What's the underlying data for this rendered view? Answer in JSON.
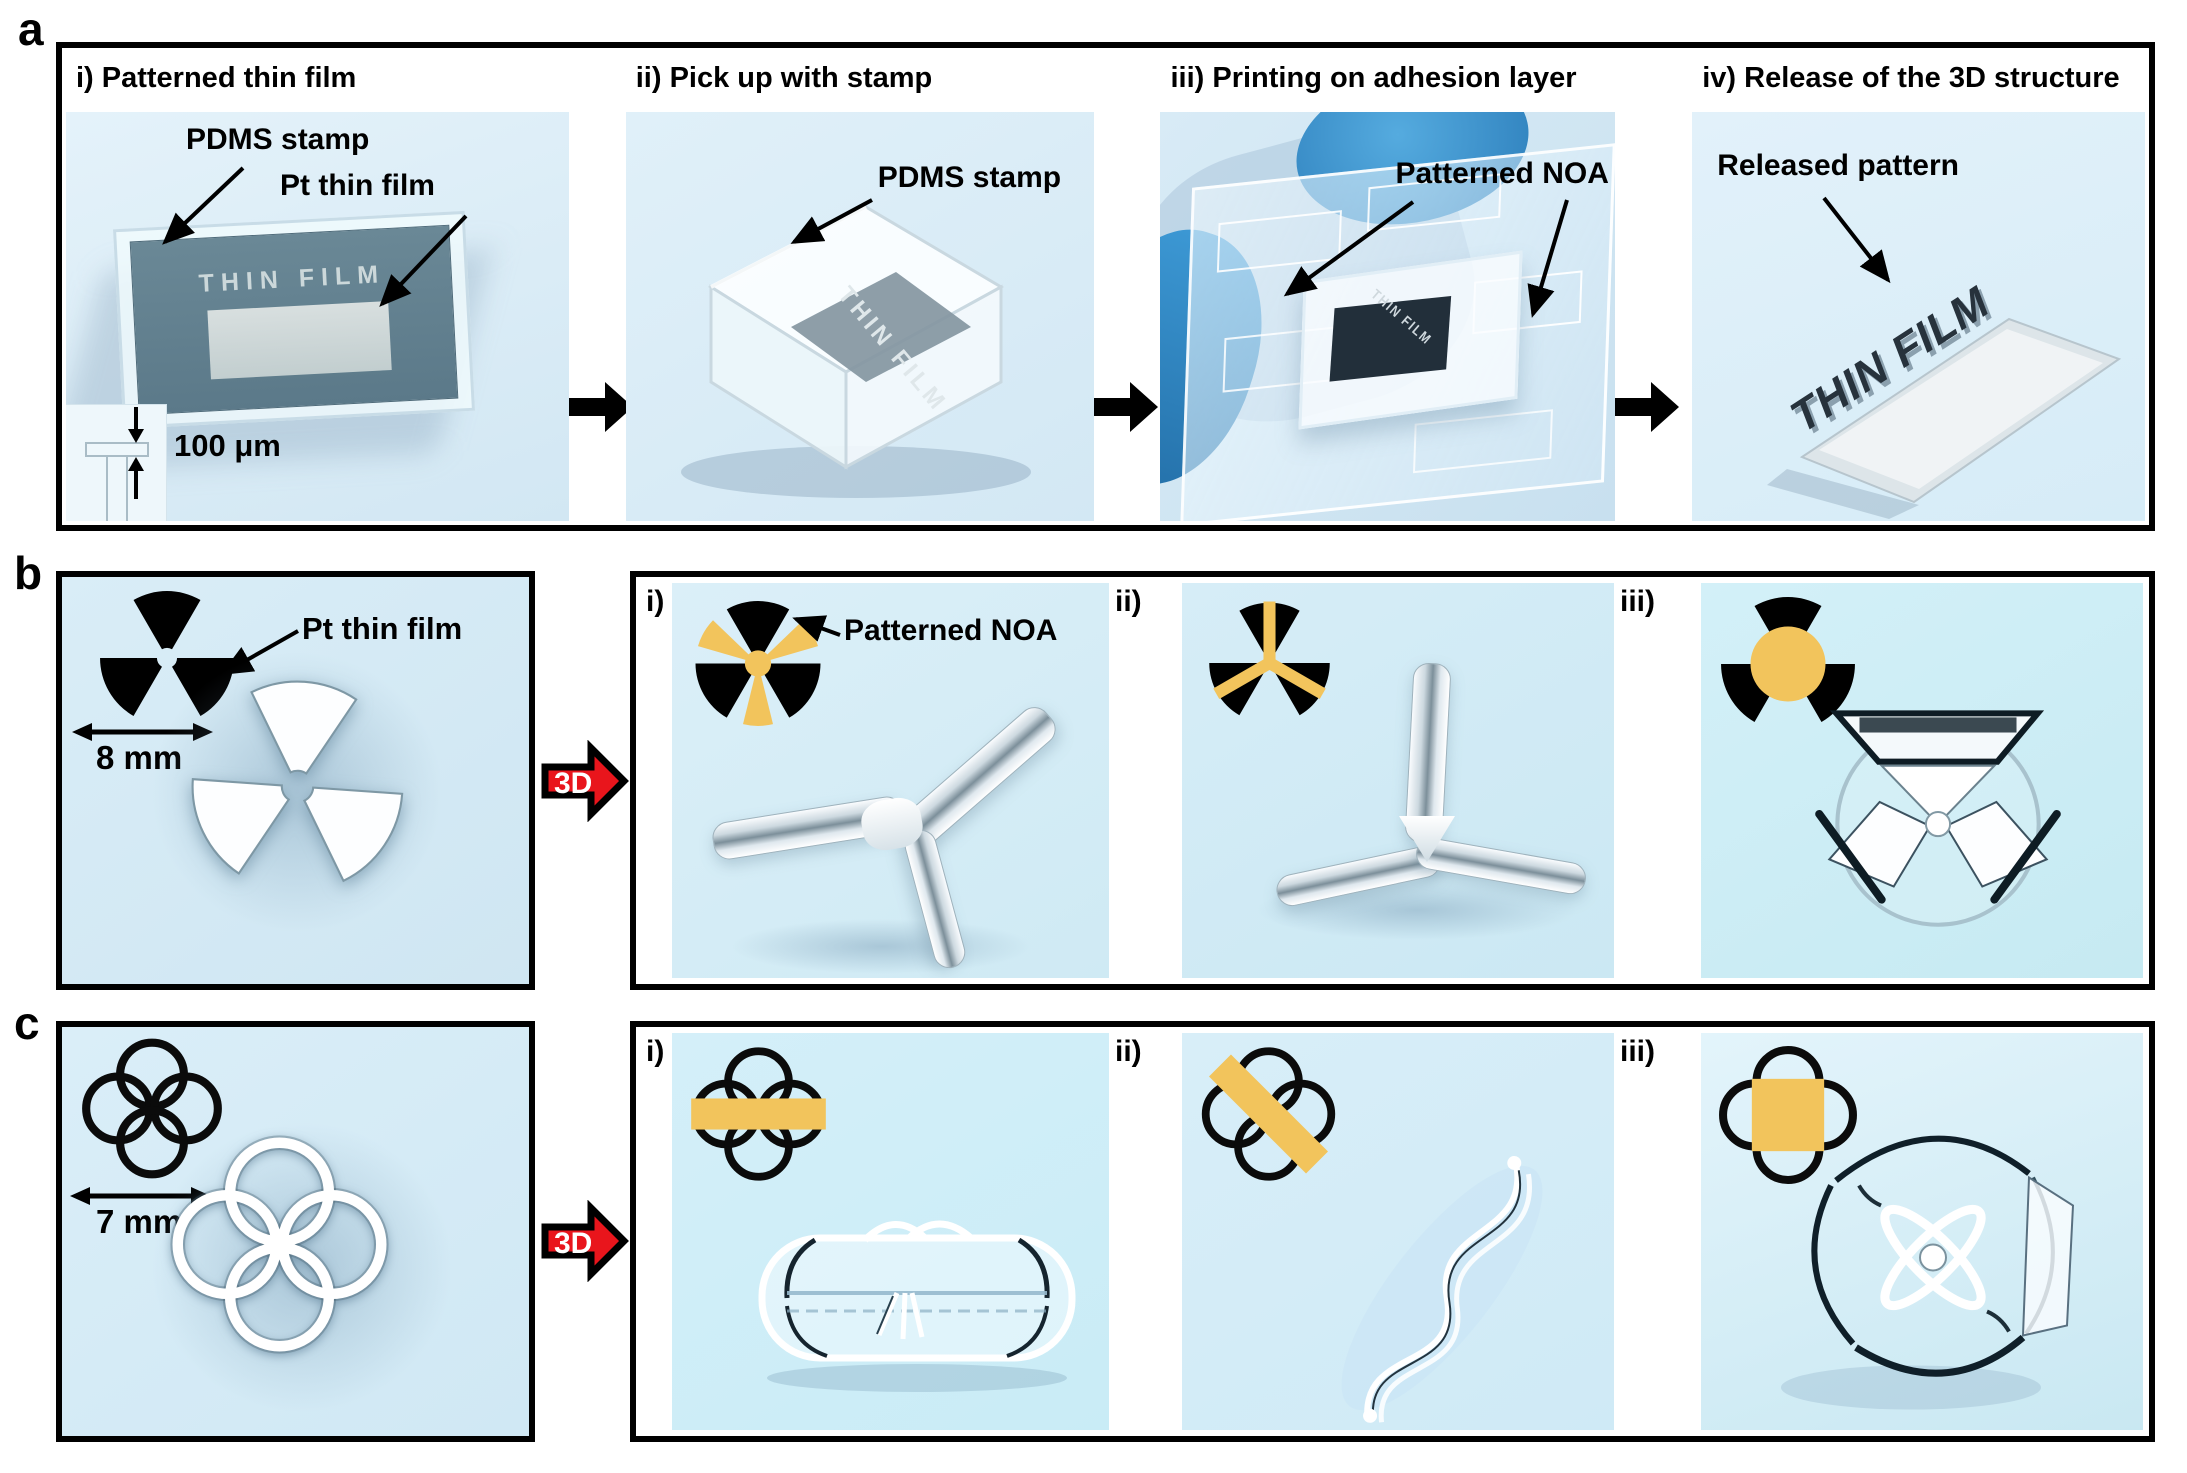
{
  "colors": {
    "noa_yellow": "#F2C45C",
    "arrow_red": "#E9151C",
    "photo_blue": "#D5EBF6",
    "outline_black": "#000000"
  },
  "icons": {
    "process_arrow": "black-right-arrow-icon",
    "transform_arrow": "red-3d-arrow-icon",
    "trefoil": "radiation-trefoil-icon",
    "quatrefoil": "four-ring-icon",
    "scale_bar": "double-headed-scale-arrow-icon",
    "thickness": "thickness-arrows-icon"
  },
  "a": {
    "label": "a",
    "titles": {
      "i": "i) Patterned thin film",
      "ii": "ii) Pick up with stamp",
      "iii": "iii) Printing on adhesion layer",
      "iv": "iv) Release of the 3D structure"
    },
    "pdms_stamp": "PDMS stamp",
    "pt_thin_film": "Pt thin film",
    "thin_film": "THIN FILM",
    "inset_scale": "100 μm",
    "patterned_noa": "Patterned NOA",
    "released_pattern": "Released pattern"
  },
  "b": {
    "label": "b",
    "pt_thin_film": "Pt thin film",
    "scale": "8 mm",
    "arrow_3d": "3D",
    "sub_i": "i)",
    "sub_ii": "ii)",
    "sub_iii": "iii)",
    "patterned_noa": "Patterned NOA"
  },
  "c": {
    "label": "c",
    "scale": "7 mm",
    "arrow_3d": "3D",
    "sub_i": "i)",
    "sub_ii": "ii)",
    "sub_iii": "iii)"
  }
}
